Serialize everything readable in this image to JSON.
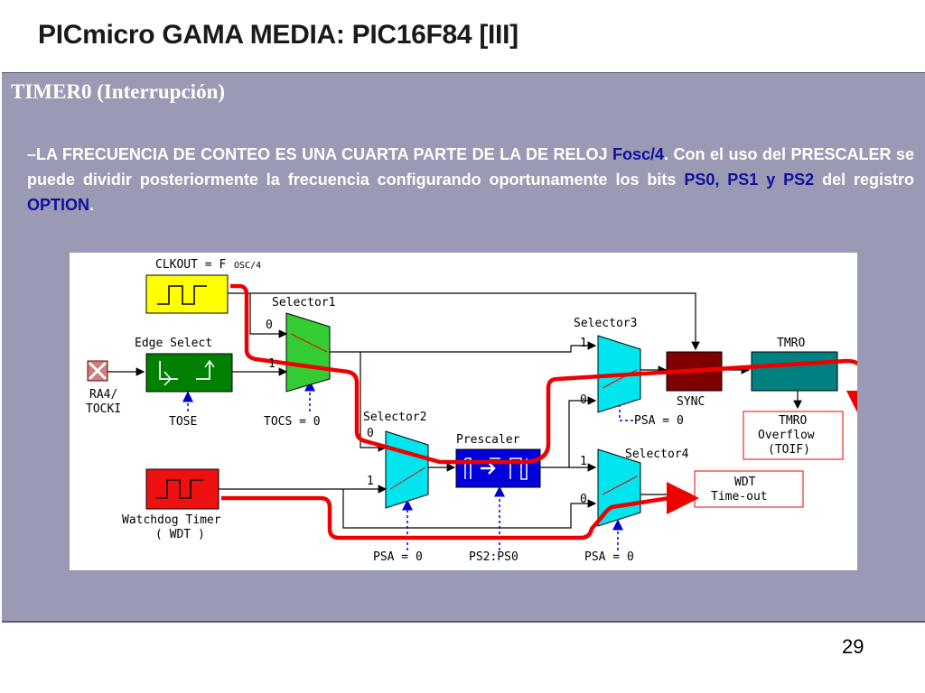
{
  "slide": {
    "title": "PICmicro GAMA MEDIA: PIC16F84 [III]",
    "subtitle": "TIMER0 (Interrupción)",
    "dash": "–",
    "p_text1": "LA FRECUENCIA DE CONTEO ES UNA CUARTA PARTE DE LA DE RELOJ ",
    "p_fosc": "Fosc/4",
    "p_text2": ". Con el uso del PRESCALER se puede dividir posteriormente la frecuencia configurando oportunamente los bits ",
    "p_ps0": "PS0, ",
    "p_ps1": "PS1",
    "p_y": " y ",
    "p_ps2": "PS2",
    "p_text3": " del registro ",
    "p_option": "OPTION",
    "p_dot": ".",
    "page_number": "29"
  },
  "diagram": {
    "clkout": "CLKOUT = F",
    "clkout_sub": "OSC/4",
    "selector1": "Selector1",
    "selector2": "Selector2",
    "selector3": "Selector3",
    "selector4": "Selector4",
    "edge_select": "Edge Select",
    "ra4_line1": "RA4/",
    "ra4_line2": "TOCKI",
    "tose": "TOSE",
    "tocs": "TOCS = 0",
    "prescaler": "Prescaler",
    "sync": "SYNC",
    "tmr0": "TMRO",
    "tmr0_overflow_1": "TMRO",
    "tmr0_overflow_2": "Overflow",
    "tmr0_overflow_3": "(TOIF)",
    "wdt_1": "WDT",
    "wdt_2": "Time-out",
    "watchdog_1": "Watchdog Timer",
    "watchdog_2": "( WDT )",
    "psa_sel2": "PSA = 0",
    "ps2ps0": "PS2:PS0",
    "psa_sel4": "PSA = 0",
    "psa_sel3": "PSA = 0",
    "in0": "0",
    "in1": "1",
    "colors": {
      "clkout": "#ffff00",
      "edge": "#008000",
      "selector1": "#33cc33",
      "selector_cyan": "#00e5ee",
      "prescaler": "#0000dd",
      "sync": "#800000",
      "tmr0": "#008080",
      "watchdog": "#ee1111",
      "path": "#ee0000",
      "control": "#0000cc"
    }
  }
}
